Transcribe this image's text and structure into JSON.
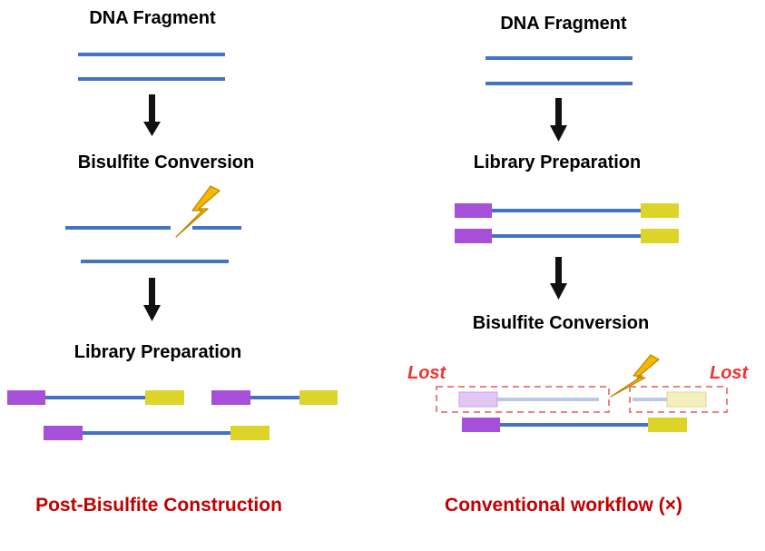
{
  "left": {
    "step1": "DNA Fragment",
    "step2": "Bisulfite Conversion",
    "step3": "Library Preparation",
    "caption": "Post-Bisulfite Construction"
  },
  "right": {
    "step1": "DNA Fragment",
    "step2": "Library Preparation",
    "step3": "Bisulfite Conversion",
    "lost_left": "Lost",
    "lost_right": "Lost",
    "caption": "Conventional workflow (×)"
  },
  "colors": {
    "strand": "#4472c4",
    "adapter_5prime": "#a64fd8",
    "adapter_3prime": "#ddd42a",
    "lost": "#ee3333",
    "caption": "#c00000",
    "arrow": "#111111",
    "lightning": "#f5b800"
  },
  "icons": [
    "down-arrow-icon",
    "lightning-bolt-icon"
  ]
}
